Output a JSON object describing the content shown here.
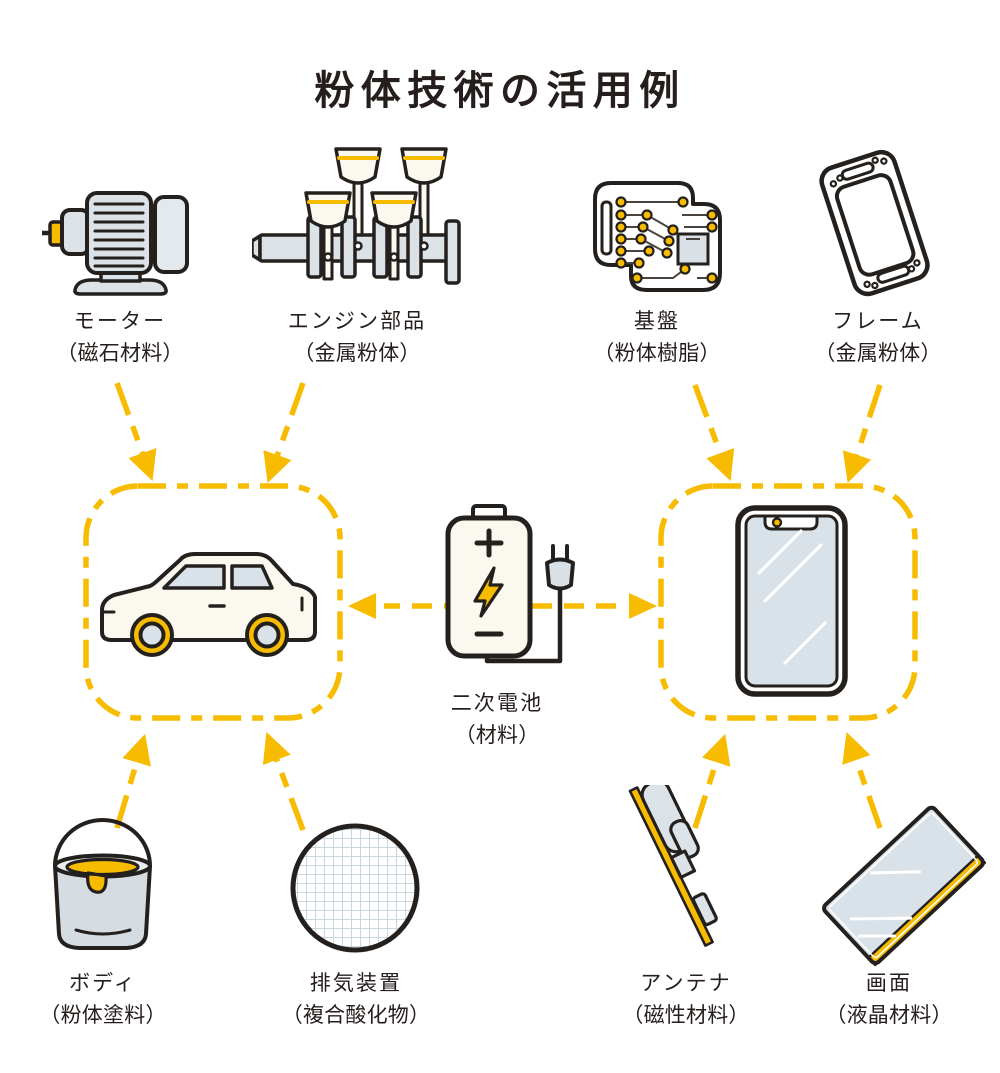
{
  "title": "粉体技術の活用例",
  "colors": {
    "accent_yellow": "#F7BB00",
    "outline": "#24201D",
    "machine_gray": "#DCE3E8",
    "screen_gray": "#D9E2E8",
    "cream_white": "#FBF8F0",
    "text": "#251E1C"
  },
  "top_items": [
    {
      "id": "motor",
      "icon": "motor-icon",
      "label": "モーター",
      "material": "（磁石材料）"
    },
    {
      "id": "engine-parts",
      "icon": "engine-parts-icon",
      "label": "エンジン部品",
      "material": "（金属粉体）"
    },
    {
      "id": "circuit-board",
      "icon": "circuit-board-icon",
      "label": "基盤",
      "material": "（粉体樹脂）"
    },
    {
      "id": "frame",
      "icon": "frame-icon",
      "label": "フレーム",
      "material": "（金属粉体）"
    }
  ],
  "center": {
    "car_zone": {
      "icon": "car-icon"
    },
    "battery": {
      "icon": "battery-icon",
      "label": "二次電池",
      "material": "（材料）"
    },
    "phone_zone": {
      "icon": "smartphone-icon"
    }
  },
  "bottom_items": [
    {
      "id": "body-paint",
      "icon": "paint-bucket-icon",
      "label": "ボディ",
      "material": "（粉体塗料）"
    },
    {
      "id": "exhaust",
      "icon": "exhaust-mesh-icon",
      "label": "排気装置",
      "material": "（複合酸化物）"
    },
    {
      "id": "antenna",
      "icon": "antenna-icon",
      "label": "アンテナ",
      "material": "（磁性材料）"
    },
    {
      "id": "screen",
      "icon": "lcd-screen-icon",
      "label": "画面",
      "material": "（液晶材料）"
    }
  ]
}
